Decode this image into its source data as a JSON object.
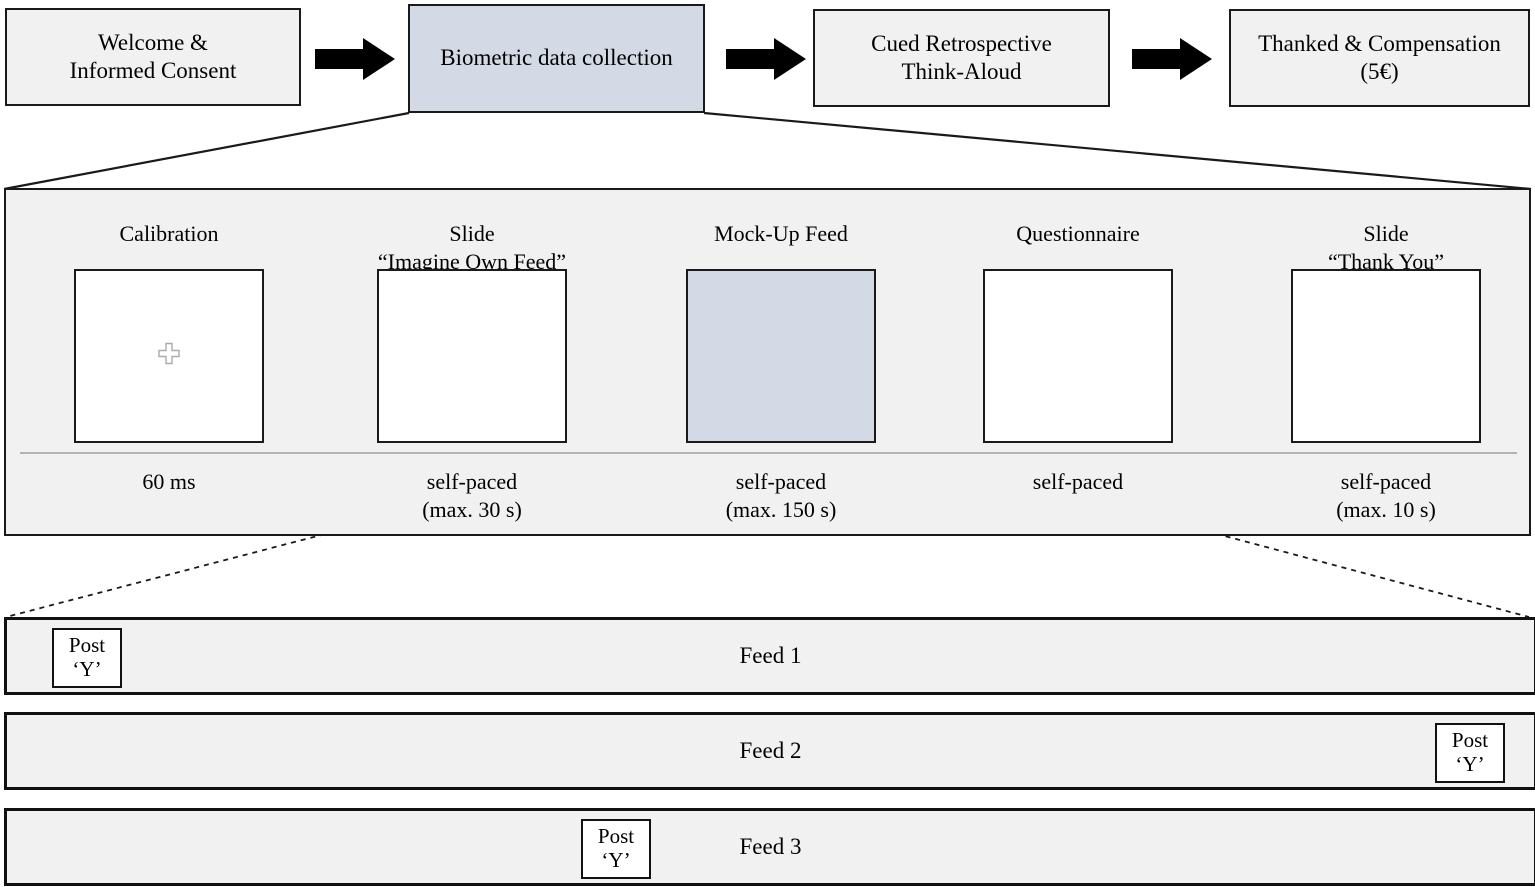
{
  "procedure": {
    "steps": [
      {
        "id": "welcome",
        "lines": [
          "Welcome &",
          "Informed Consent"
        ],
        "highlight": false
      },
      {
        "id": "biometric",
        "lines": [
          "Biometric data collection"
        ],
        "highlight": true
      },
      {
        "id": "think-aloud",
        "lines": [
          "Cued Retrospective",
          "Think-Aloud"
        ],
        "highlight": false
      },
      {
        "id": "compensation",
        "lines": [
          "Thanked & Compensation",
          "(5€)"
        ],
        "highlight": false
      }
    ],
    "arrow_icon": "right-arrow-icon"
  },
  "detail_panel": {
    "steps": [
      {
        "id": "calibration",
        "label_lines": [
          "Calibration"
        ],
        "timing_lines": [
          "60 ms"
        ],
        "screen_fill": "white",
        "screen_icon": "calibration-cross-icon"
      },
      {
        "id": "slide-imagine",
        "label_lines": [
          "Slide",
          "“Imagine Own Feed”"
        ],
        "timing_lines": [
          "self-paced",
          "(max. 30 s)"
        ],
        "screen_fill": "white",
        "screen_icon": null
      },
      {
        "id": "mockup-feed",
        "label_lines": [
          "Mock-Up Feed"
        ],
        "timing_lines": [
          "self-paced",
          "(max. 150 s)"
        ],
        "screen_fill": "highlight",
        "screen_icon": null
      },
      {
        "id": "questionnaire",
        "label_lines": [
          "Questionnaire"
        ],
        "timing_lines": [
          "self-paced"
        ],
        "screen_fill": "white",
        "screen_icon": null
      },
      {
        "id": "slide-thankyou",
        "label_lines": [
          "Slide",
          "“Thank You”"
        ],
        "timing_lines": [
          "self-paced",
          "(max. 10 s)"
        ],
        "screen_fill": "white",
        "screen_icon": null
      }
    ]
  },
  "feeds": [
    {
      "id": "feed-1",
      "label": "Feed 1",
      "post": {
        "line1": "Post",
        "line2": "‘Y’",
        "position": "left"
      }
    },
    {
      "id": "feed-2",
      "label": "Feed 2",
      "post": {
        "line1": "Post",
        "line2": "‘Y’",
        "position": "right"
      }
    },
    {
      "id": "feed-3",
      "label": "Feed 3",
      "post": {
        "line1": "Post",
        "line2": "‘Y’",
        "position": "center"
      }
    }
  ],
  "colors": {
    "highlight_fill": "#d3dae5",
    "panel_fill": "#f1f1f1",
    "box_fill": "#f1f1f1",
    "stroke": "#1a1a1a",
    "divider": "#b3b3b3",
    "canvas": "#ffffff"
  }
}
